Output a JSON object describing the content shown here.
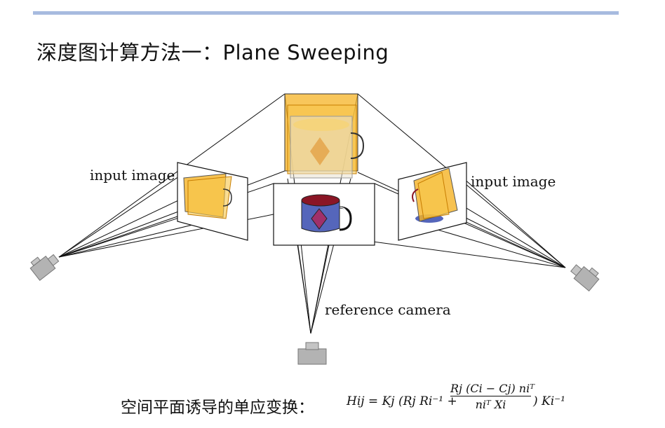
{
  "title": "深度图计算方法一：Plane Sweeping",
  "labels": {
    "input_left": "input image",
    "input_right": "input image",
    "reference": "reference camera"
  },
  "formula": {
    "caption": "空间平面诱导的单应变换：",
    "lhs": "Hij = Kj (Rj Ri⁻¹ +",
    "numerator": "Rj (Ci − Cj) niᵀ",
    "denominator": "niᵀ Xi",
    "tail": ") Ki⁻¹"
  },
  "colors": {
    "rule": "#a7bbdf",
    "plane_fill": "#f5b324",
    "plane_stroke": "#c77d00",
    "mug_body": "#5566bb",
    "mug_top": "#8a1525",
    "diamond": "#a0306a",
    "camera": "#a8a8a8"
  },
  "icons": [
    "camera-icon-left",
    "camera-icon-right",
    "camera-icon-reference",
    "mug-icon"
  ]
}
